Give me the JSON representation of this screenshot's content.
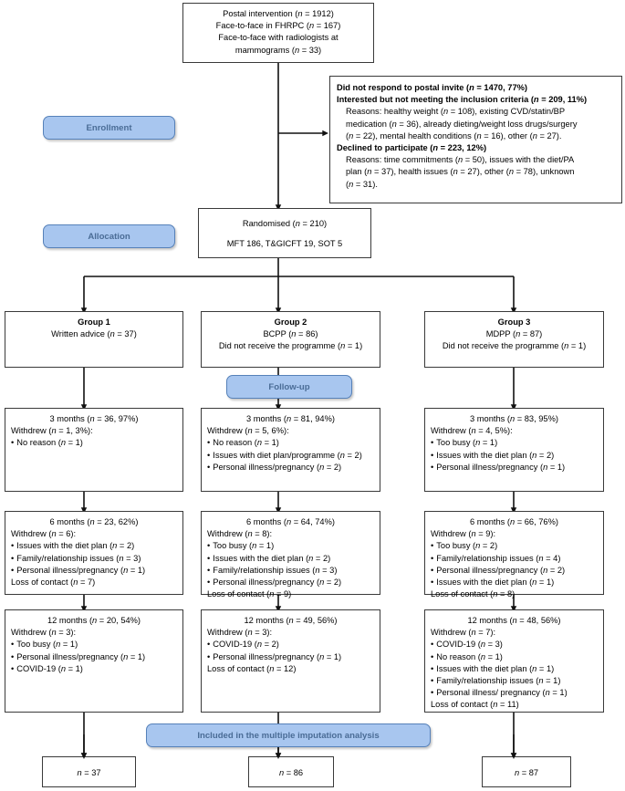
{
  "diagram": {
    "title": "CONSORT participant flow diagram",
    "stage_labels": {
      "enrollment": "Enrollment",
      "allocation": "Allocation",
      "followup": "Follow-up",
      "analysis": "Included in the multiple imputation analysis"
    },
    "colors": {
      "banner_fill": "#a8c6ef",
      "banner_border": "#5681b9",
      "banner_text": "#4a6c96",
      "box_border": "#3a3a3a",
      "line": "#1a1a1a"
    },
    "recruitment": {
      "lines": [
        "Postal intervention (n = 1912)",
        "Face-to-face in FHRPC (n = 167)",
        "Face-to-face with radiologists at",
        "mammograms (n = 33)"
      ]
    },
    "exclusions": {
      "lines": [
        {
          "text": "Did not respond to postal invite (n = 1470, 77%)",
          "bold": true,
          "indent": false
        },
        {
          "text": "Interested but not meeting the inclusion criteria (n = 209, 11%)",
          "bold": true,
          "indent": false
        },
        {
          "text": "Reasons: healthy weight (n = 108), existing CVD/statin/BP",
          "bold": false,
          "indent": true
        },
        {
          "text": "medication (n = 36), already dieting/weight loss drugs/surgery",
          "bold": false,
          "indent": true
        },
        {
          "text": "(n = 22), mental health conditions (n = 16), other (n = 27).",
          "bold": false,
          "indent": true
        },
        {
          "text": "Declined to participate (n = 223, 12%)",
          "bold": true,
          "indent": false
        },
        {
          "text": "Reasons: time commitments (n = 50), issues with the diet/PA",
          "bold": false,
          "indent": true
        },
        {
          "text": "plan (n = 37), health issues (n = 27), other (n = 78), unknown",
          "bold": false,
          "indent": true
        },
        {
          "text": "(n = 31).",
          "bold": false,
          "indent": true
        }
      ]
    },
    "randomised": {
      "line1": "Randomised (n = 210)",
      "line2": "MFT 186, T&GICFT 19, SOT 5"
    },
    "groups": [
      {
        "name": "group-1",
        "title": "Group 1",
        "lines": [
          "Written advice (n = 37)"
        ],
        "timepoints": [
          {
            "name": "3-months",
            "header": "3 months (n = 36, 97%)",
            "withdrew": "Withdrew (n = 1, 3%):",
            "reasons": [
              "No reason (n = 1)"
            ],
            "loss": ""
          },
          {
            "name": "6-months",
            "header": "6 months (n = 23, 62%)",
            "withdrew": "Withdrew (n = 6):",
            "reasons": [
              "Issues with the diet plan (n = 2)",
              "Family/relationship issues (n = 3)",
              "Personal illness/pregnancy (n = 1)"
            ],
            "loss": "Loss of contact (n = 7)"
          },
          {
            "name": "12-months",
            "header": "12 months (n = 20, 54%)",
            "withdrew": "Withdrew (n = 3):",
            "reasons": [
              "Too busy (n = 1)",
              "Personal illness/pregnancy (n = 1)",
              "COVID-19 (n = 1)"
            ],
            "loss": ""
          }
        ],
        "final": "n = 37"
      },
      {
        "name": "group-2",
        "title": "Group 2",
        "lines": [
          "BCPP (n = 86)",
          "Did not receive the programme (n = 1)"
        ],
        "timepoints": [
          {
            "name": "3-months",
            "header": "3 months (n = 81, 94%)",
            "withdrew": "Withdrew (n = 5, 6%):",
            "reasons": [
              "No reason (n = 1)",
              "Issues with diet plan/programme (n = 2)",
              "Personal illness/pregnancy (n = 2)"
            ],
            "loss": ""
          },
          {
            "name": "6-months",
            "header": "6 months (n = 64, 74%)",
            "withdrew": "Withdrew (n = 8):",
            "reasons": [
              "Too busy (n = 1)",
              "Issues with the diet plan (n = 2)",
              "Family/relationship issues (n = 3)",
              "Personal illness/pregnancy (n = 2)"
            ],
            "loss": "Loss of contact (n = 9)"
          },
          {
            "name": "12-months",
            "header": "12 months (n = 49, 56%)",
            "withdrew": "Withdrew (n = 3):",
            "reasons": [
              "COVID-19 (n = 2)",
              "Personal illness/pregnancy (n = 1)"
            ],
            "loss": "Loss of contact (n = 12)"
          }
        ],
        "final": "n = 86"
      },
      {
        "name": "group-3",
        "title": "Group 3",
        "lines": [
          "MDPP (n = 87)",
          "Did not receive the programme (n = 1)"
        ],
        "timepoints": [
          {
            "name": "3-months",
            "header": "3 months (n = 83, 95%)",
            "withdrew": "Withdrew (n = 4, 5%):",
            "reasons": [
              "Too busy (n = 1)",
              "Issues with the diet plan (n = 2)",
              "Personal illness/pregnancy (n = 1)"
            ],
            "loss": ""
          },
          {
            "name": "6-months",
            "header": "6 months (n = 66, 76%)",
            "withdrew": "Withdrew (n = 9):",
            "reasons": [
              "Too busy (n = 2)",
              "Family/relationship issues (n = 4)",
              "Personal illness/pregnancy (n = 2)",
              "Issues with the diet plan (n = 1)"
            ],
            "loss": "Loss of contact (n = 8)"
          },
          {
            "name": "12-months",
            "header": "12 months (n = 48, 56%)",
            "withdrew": "Withdrew (n = 7):",
            "reasons": [
              "COVID-19 (n = 3)",
              "No reason (n = 1)",
              "Issues with the diet plan (n = 1)",
              "Family/relationship issues (n = 1)",
              "Personal illness/ pregnancy (n = 1)"
            ],
            "loss": "Loss of contact (n = 11)"
          }
        ],
        "final": "n = 87"
      }
    ]
  }
}
